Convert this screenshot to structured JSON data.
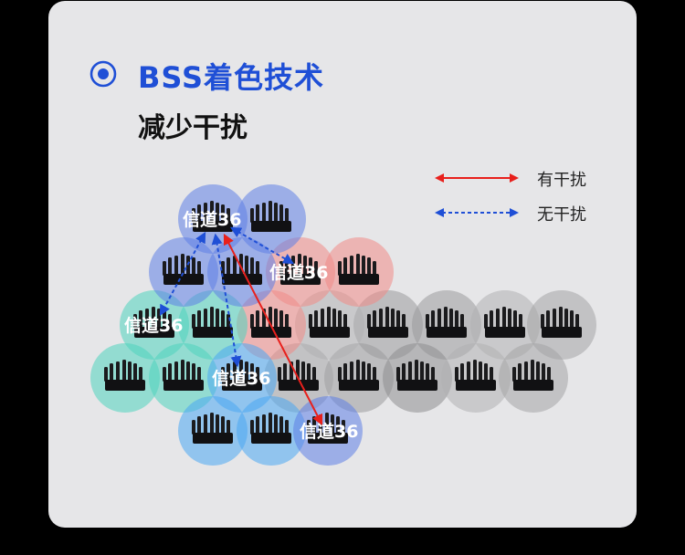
{
  "heading": {
    "title": "BSS着色技术",
    "subtitle": "减少干扰"
  },
  "legend": [
    {
      "label": "有干扰",
      "color": "#e8201c",
      "style": "solid",
      "icon": "red-double-arrow-icon"
    },
    {
      "label": "无干扰",
      "color": "#1f4fd6",
      "style": "dashed",
      "icon": "blue-dashed-double-arrow-icon"
    }
  ],
  "channel_label": "信道36",
  "colors": {
    "accent": "#1f4fd6",
    "interference": "#e8201c",
    "zone_blue": "#5f7fe6",
    "zone_red": "#f08a86",
    "zone_teal": "#4fd3be",
    "zone_sky": "#4aa8f2",
    "zone_gray": "#9a9a9c",
    "card_bg": "#e6e6e8"
  },
  "icons": [
    "radio-selected-icon",
    "router-icon"
  ]
}
